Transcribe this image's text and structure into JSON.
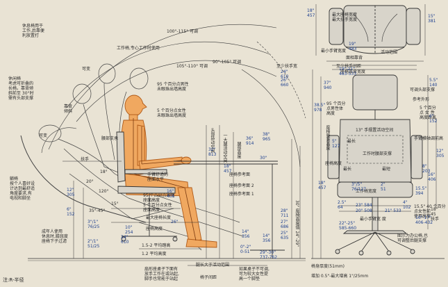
{
  "colors": {
    "background": "#e9e3d4",
    "ink": "#2a2a2a",
    "blue_ink": "#1d3f8f",
    "figure_fill": "#f0a860",
    "figure_stroke": "#b05a18",
    "chair_fill": "#d8d4ca"
  },
  "labels": {
    "l01": "休息椅用于\n工作,后靠便\n利放置打",
    "l02": "工作椅,专心工作时使用",
    "l03": "100°-115° 可调",
    "l04": "105°-110° 可调",
    "l05": "90°-105° 可调",
    "l06": "95 个百分点男性\n未眼珠出墙高度",
    "l07": "5 个百分点女性\n未眼珠出墙高度",
    "l08": "休闲椅\n考虑可折叠的\n长椅。靠背倾\n斜前至 30°时\n需有头部支撑",
    "l09": "可变",
    "l10": "可变",
    "l11": "靠背\n倾斜",
    "l12": "腰部支承",
    "l13": "扶手",
    "l14": "躺椅\n按个人喜好设\n计达到最舒适\n角度要求,有\n电视和脚坐",
    "l15": "18°",
    "l16": "20°",
    "l17": "120°",
    "l18": "35°-45°",
    "l19": "15°",
    "l20": "手臂舒适的\n座面水平",
    "l21": "95 个百分点男性\n座面高度",
    "l22": "5 个百分点女性\n座面高度",
    "l23": "座椅参考面",
    "l24": "成年人使用\n休息时,膝屈度\n座椅下子过滤",
    "l25": "最大座椅长度",
    "l26": "座椅高度",
    "l27": "1.5-2 平均踏高",
    "l28": "1.2 平均高度",
    "l29": "扇形座桌子下面有\n放手工作在或站起,\n脚手也常能于站起",
    "l30": "腿长大于活动范围",
    "l31": "椅子间距",
    "l32": "如果桌子不可调,\n可为较大女性提\n高一个脚垫",
    "l33": "注:R-半径",
    "l34": "最小手臂宽度",
    "l35": "活动范围",
    "l36": "面相靠背",
    "l37": "至少扶手间距",
    "l38": "至少扶手宽",
    "l39": "可调头部支撑",
    "l40": "参考外形",
    "l41": "5 个百分\n点 女 性\n高度距离",
    "l42": "95 个百分\n点男性体\n高度",
    "l43": "13\" 手摆置活动空间",
    "l44": "最长",
    "l45": "工作时腰部支撑",
    "l46": "手臂横轴调前高",
    "l47": "最长",
    "l48": "最短",
    "l49": "座椅高度",
    "l50": "15.5\" 40 个百分\n点女性前\n使用高度",
    "l51": "18\"\n45\n扶手",
    "l52": "图示为办公椅,也\n可调整后腿支撑",
    "l53": "椅身厚度(51mm)",
    "l54": "增加 0.5\"-最大增高 1\"/25mm",
    "l55": "30\" 座椅高度值 24\"-29\"",
    "l56": "最小手臂宽 度",
    "l57": "最大座椅宽度\n最大扶手宽度",
    "l58": "座椅靠背宽度",
    "l59": "工作椅宽度",
    "l60": "座椅靠背高度",
    "l61": "头部转动空间",
    "l62": "一大腿活动空间",
    "l63": "腿部高度",
    "l64": "座椅参考面 2",
    "l65": "座椅参考面 1",
    "d01": "18\"\n457",
    "d02": "19\"\n483",
    "d03": "15\"\n381",
    "d04": "24\"\n610",
    "d05": "26\"\n660",
    "d06": "37\"\n940",
    "d07": "38.5\"\n978",
    "d08": "5.5\"\n140",
    "d09": "6\"\n152",
    "d10": "12\"\n305",
    "d11": "5\"\n127",
    "d12": "8\"\n203",
    "d13": "15.5\"\n394",
    "d14": "16\"\n406",
    "d15": "18\"\n457",
    "d16": "23\" 584",
    "d17": "20\" 508",
    "d18": "21\" 533",
    "d19": "22\"-25\"\n585-660",
    "d20": "19\"-21\"\n483-533",
    "d21": "3\"/5\"\n76/127",
    "d22": "2\"\n51",
    "d23": "2.5\"\n64",
    "d24": "4\"\n102",
    "d25": "16\"-17\"\n406-432",
    "d26": "30\"",
    "d27": "28\"\n711",
    "d28": "27\"\n686",
    "d29": "25\"\n635",
    "d30": "14\"\n356",
    "d31": "16\"\n406",
    "d32": "12\"\n305",
    "d33": "6\"\n152",
    "d34": "10\"\n254",
    "d35": "24\"\n610",
    "d36": "38\"\n965",
    "d37": "36\"\n914",
    "d38": "32\"\n813",
    "d39": "18\"\n457",
    "d40": "29\"-30\"\n737-762",
    "d41": "26\"",
    "d42": "3\"/1\"\n76/25",
    "d43": "2\"/1\"\n51/25",
    "d44": "14\"\n356",
    "d45": "0\"-2\"\n0-51"
  }
}
